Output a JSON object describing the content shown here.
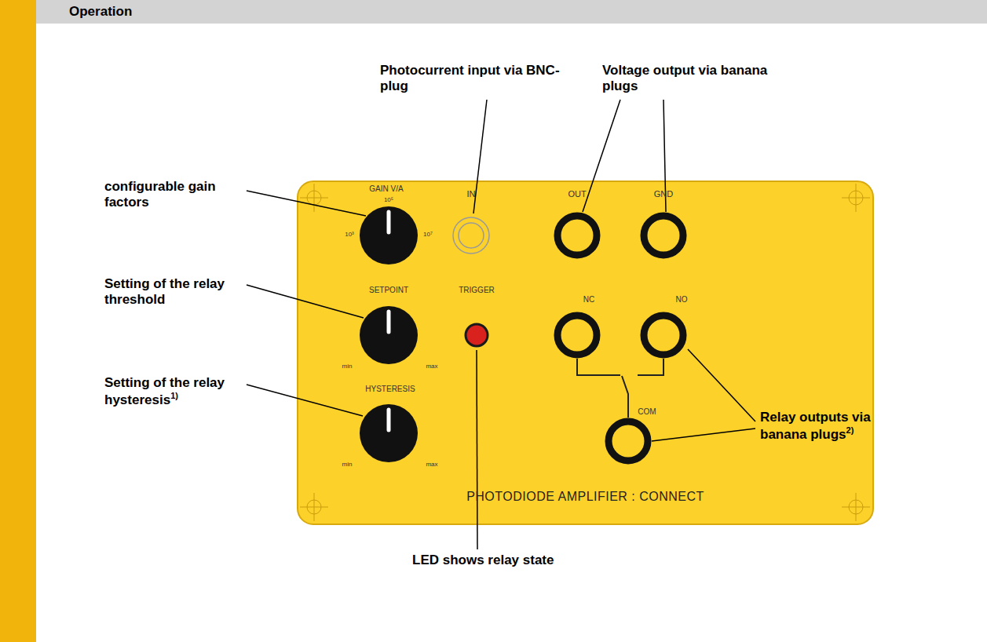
{
  "diagram": {
    "title": "Operation",
    "nodes": [
      {
        "text": [
          "PHOTODIODE AMPLIFIER : CONNECT"
        ]
      }
    ],
    "labels": [
      "Photocurrent input via BNC-plug",
      "Voltage output via banana plugs",
      "configurable gain factors",
      "GAIN V/A",
      "10⁵",
      "10³",
      "10⁷",
      "IN",
      "OUT",
      "GND",
      "Setting of the relay threshold",
      "SETPOINT",
      "TRIGGER",
      "NC",
      "NO",
      "min",
      "max",
      "Setting of the relay hysteresis",
      "1)",
      "HYSTERESIS",
      "Relay outputs via banana plugs",
      "2)",
      "COM",
      "min",
      "max",
      "LED shows relay state"
    ]
  }
}
